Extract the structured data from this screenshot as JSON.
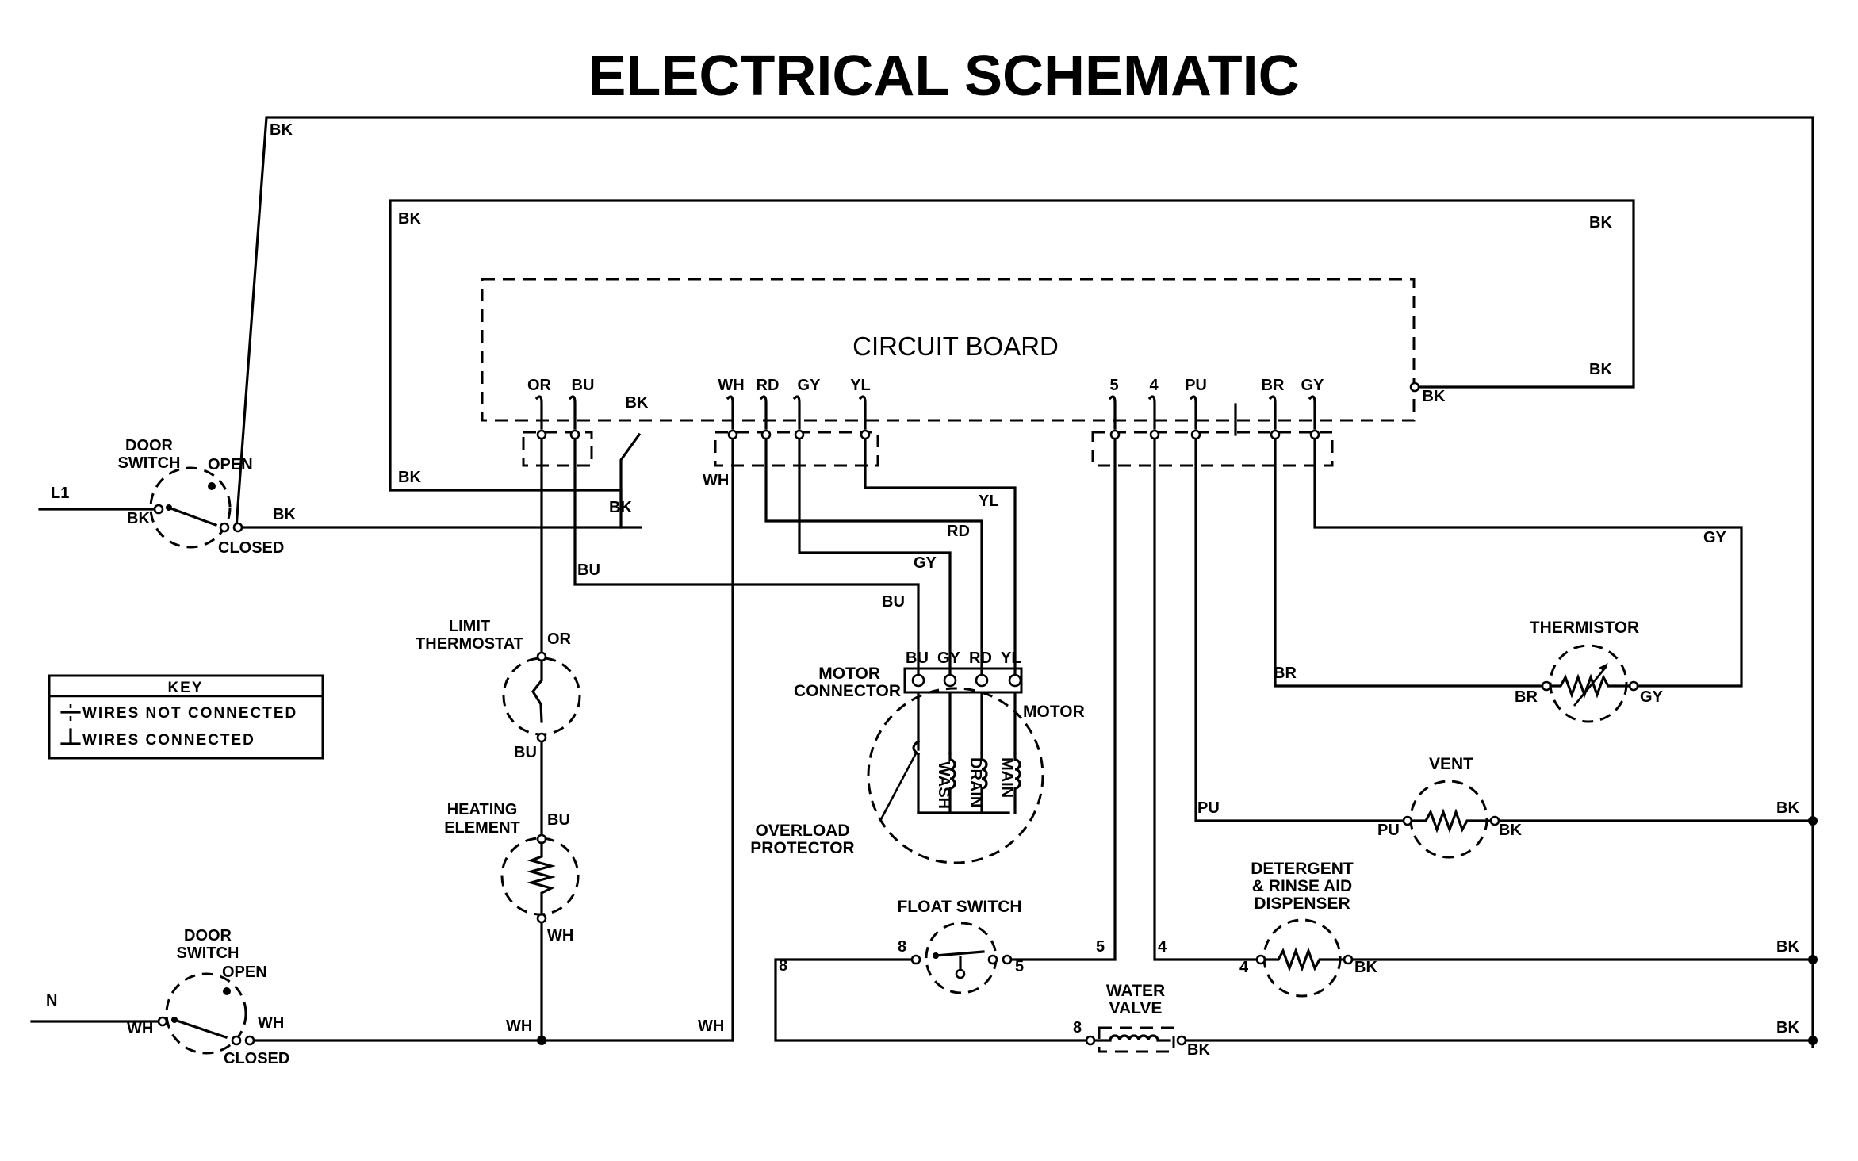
{
  "title": "ELECTRICAL SCHEMATIC",
  "circuit_board": {
    "label": "CIRCUIT BOARD",
    "left_pins": [
      "OR",
      "BU",
      "BK"
    ],
    "motor_pins": [
      "WH",
      "RD",
      "GY",
      "YL"
    ],
    "right_pins": [
      "5",
      "4",
      "PU",
      "BR",
      "GY"
    ],
    "side_pin": "BK"
  },
  "wire_labels": {
    "bk_top_outer": "BK",
    "bk_inner_top_left": "BK",
    "bk_inner_top_right": "BK",
    "bk_inner_right_low": "BK",
    "bk_inner_bottom_left": "BK",
    "bk_to_board": "BK",
    "bk_line1": "BK",
    "wh_board": "WH",
    "bu_branch": "BU",
    "bu_motor": "BU",
    "gy_motor": "GY",
    "rd_motor": "RD",
    "yl_motor": "YL",
    "gy_thermistor": "GY",
    "br_thermistor": "BR",
    "pu_vent": "PU",
    "bk_vent": "BK",
    "five_float": "5",
    "four_dispenser": "4",
    "bk_dispenser": "BK",
    "eight_float": "8",
    "bk_valve": "BK",
    "wh_neutral_a": "WH",
    "wh_neutral_b": "WH"
  },
  "power": {
    "line": "L1",
    "neutral": "N"
  },
  "door_switch_top": {
    "label_1": "DOOR",
    "label_2": "SWITCH",
    "open": "OPEN",
    "closed": "CLOSED",
    "in": "BK",
    "out": "BK"
  },
  "door_switch_bottom": {
    "label_1": "DOOR",
    "label_2": "SWITCH",
    "open": "OPEN",
    "closed": "CLOSED",
    "in": "WH",
    "out": "WH"
  },
  "limit_thermostat": {
    "label_1": "LIMIT",
    "label_2": "THERMOSTAT",
    "top": "OR",
    "bottom": "BU"
  },
  "heating_element": {
    "label_1": "HEATING",
    "label_2": "ELEMENT",
    "top": "BU",
    "bottom": "WH"
  },
  "motor": {
    "connector_label_1": "MOTOR",
    "connector_label_2": "CONNECTOR",
    "pins": [
      "BU",
      "GY",
      "RD",
      "YL"
    ],
    "label": "MOTOR",
    "windings": [
      "WASH",
      "DRAIN",
      "MAIN"
    ],
    "overload_1": "OVERLOAD",
    "overload_2": "PROTECTOR"
  },
  "thermistor": {
    "label": "THERMISTOR",
    "left": "BR",
    "right": "GY"
  },
  "vent": {
    "label": "VENT",
    "left": "PU",
    "right": "BK"
  },
  "dispenser": {
    "label_1": "DETERGENT",
    "label_2": "& RINSE AID",
    "label_3": "DISPENSER",
    "left": "4",
    "right": "BK"
  },
  "float_switch": {
    "label": "FLOAT SWITCH",
    "left": "8",
    "right": "5"
  },
  "water_valve": {
    "label_1": "WATER",
    "label_2": "VALVE",
    "left": "8",
    "right": "BK"
  },
  "key": {
    "title": "KEY",
    "not_connected": "WIRES NOT CONNECTED",
    "connected": "WIRES CONNECTED"
  },
  "colors": {
    "ink": "#000000",
    "paper": "#ffffff"
  }
}
